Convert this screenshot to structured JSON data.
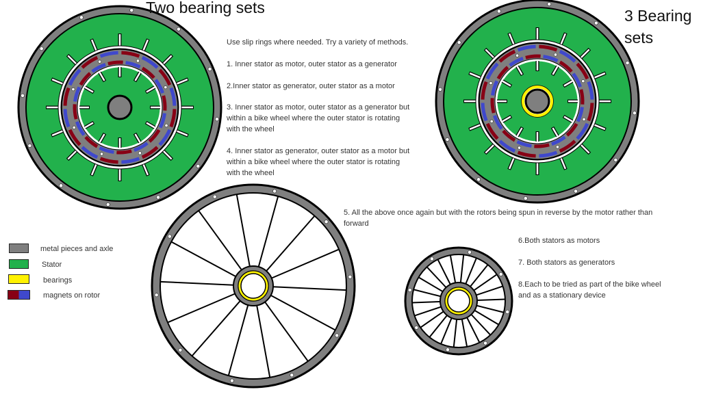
{
  "titles": {
    "left": "Two bearing sets",
    "right_line1": "3 Bearing",
    "right_line2": "sets"
  },
  "notes": {
    "intro": "Use slip rings where needed. Try a variety of methods.",
    "item1": "1. Inner stator as motor, outer stator as a generator",
    "item2": "2.Inner stator as generator, outer stator as a motor",
    "item3": [
      "3. Inner stator as motor, outer stator as a generator but",
      "within a bike wheel where the outer stator is rotating",
      "with the wheel"
    ],
    "item4": [
      "4. Inner stator as generator, outer stator as a motor but",
      "within a bike wheel where the outer stator is rotating",
      "with the wheel"
    ],
    "item5": [
      "5. All the above once again but with the rotors being spun in reverse by the motor rather than",
      "forward"
    ],
    "item6": "6.Both stators as motors",
    "item7": "7. Both stators as generators",
    "item8": [
      "8.Each to be tried as part of the bike wheel",
      "and as a stationary device"
    ]
  },
  "legend": [
    {
      "label": "metal pieces and axle",
      "colors": [
        "#7f7f7f"
      ]
    },
    {
      "label": "Stator",
      "colors": [
        "#22b14c"
      ]
    },
    {
      "label": "bearings",
      "colors": [
        "#fff200"
      ]
    },
    {
      "label": "magnets on rotor",
      "colors": [
        "#880015",
        "#3f48cc"
      ]
    }
  ],
  "colors": {
    "metal": "#7f7f7f",
    "stator": "#22b14c",
    "bearing": "#fff200",
    "magnet_red": "#880015",
    "magnet_blue": "#3f48cc"
  }
}
